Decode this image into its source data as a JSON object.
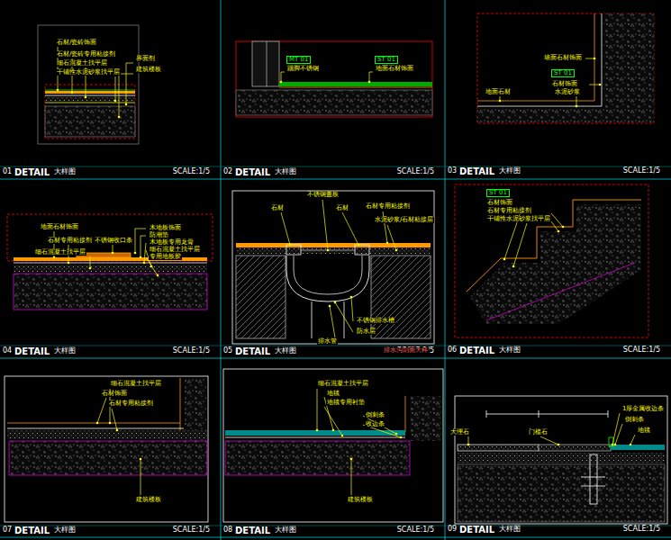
{
  "diagram": {
    "nodes": [
      {
        "text": [
          "01",
          "DETAIL",
          "大样图",
          "SCALE:1/5"
        ]
      },
      {
        "text": [
          "02",
          "DETAIL",
          "大样图",
          "SCALE:1/5"
        ]
      },
      {
        "text": [
          "03",
          "DETAIL",
          "大样图",
          "SCALE:1/5"
        ]
      },
      {
        "text": [
          "04",
          "DETAIL",
          "大样图",
          "SCALE:1/5"
        ]
      },
      {
        "text": [
          "05",
          "DETAIL",
          "大样图",
          "SCALE:1/5"
        ]
      },
      {
        "text": [
          "06",
          "DETAIL",
          "大样图",
          "SCALE:1/5"
        ]
      },
      {
        "text": [
          "07",
          "DETAIL",
          "大样图",
          "SCALE:1/5"
        ]
      },
      {
        "text": [
          "08",
          "DETAIL",
          "大样图",
          "SCALE:1/5"
        ]
      },
      {
        "text": [
          "09",
          "DETAIL",
          "大样图",
          "SCALE:1/5"
        ]
      }
    ],
    "labels": [
      "石材/瓷砖饰面",
      "石材/瓷砖专用粘接剂",
      "细石混凝土找平层",
      "干铺性水泥砂浆找平层",
      "界面剂",
      "建筑楼板",
      "MT 01",
      "踢脚不锈钢",
      "ST 01",
      "地面石材饰面",
      "墙面石材饰面",
      "ST 01",
      "石材饰面",
      "地面石材",
      "水泥砂浆",
      "地面石材饰面",
      "石材专用粘接剂",
      "细石混凝土找平层",
      "不锈钢收口条",
      "木地板饰面",
      "防潮垫",
      "木地板专用龙骨",
      "细石混凝土找平层",
      "专用地板胶",
      "石材",
      "不锈钢盖板",
      "石材",
      "石材专用粘接剂",
      "水泥砂浆/石材粘接层",
      "不锈钢排水槽",
      "防水层",
      "排水管",
      "排水沟剖面大样",
      "ST 01",
      "石材饰面",
      "石材专用粘接剂",
      "干铺性水泥砂浆找平层",
      "细石混凝土找平层",
      "石材饰面",
      "石材专用粘接剂",
      "建筑楼板",
      "细石混凝土找平层",
      "地毯",
      "地毯专用衬垫",
      "倒刺条",
      "收边条",
      "建筑楼板",
      "大理石",
      "门槛石",
      "1厚金属收边条",
      "倒刺条",
      "地毯"
    ]
  }
}
